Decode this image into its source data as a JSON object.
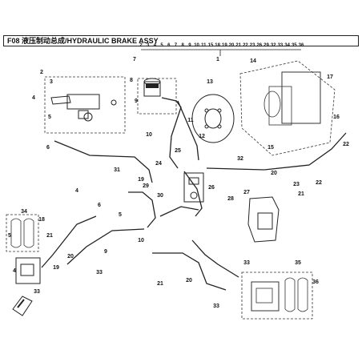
{
  "title": "F08 液压制动总成/HYDRAULIC BRAKE ASSY",
  "top_callouts": [
    "2",
    "3",
    "4",
    "5",
    "6",
    "7",
    "8",
    "9",
    "10",
    "11",
    "15",
    "18",
    "19",
    "20",
    "21",
    "22",
    "23",
    "26",
    "29",
    "32",
    "33",
    "34",
    "35",
    "36"
  ],
  "callouts": [
    {
      "id": "c1",
      "text": "1"
    },
    {
      "id": "c2",
      "text": "2"
    },
    {
      "id": "c3",
      "text": "3"
    },
    {
      "id": "c4",
      "text": "4"
    },
    {
      "id": "c5",
      "text": "5"
    },
    {
      "id": "c6",
      "text": "6"
    },
    {
      "id": "c7",
      "text": "7"
    },
    {
      "id": "c8",
      "text": "8"
    },
    {
      "id": "c9",
      "text": "9"
    },
    {
      "id": "c10",
      "text": "10"
    },
    {
      "id": "c11",
      "text": "11"
    },
    {
      "id": "c12",
      "text": "12"
    },
    {
      "id": "c13",
      "text": "13"
    },
    {
      "id": "c14",
      "text": "14"
    },
    {
      "id": "c15",
      "text": "15"
    },
    {
      "id": "c17",
      "text": "17"
    },
    {
      "id": "c16",
      "text": "16"
    },
    {
      "id": "c31",
      "text": "31"
    },
    {
      "id": "c22a",
      "text": "22"
    },
    {
      "id": "c23",
      "text": "23"
    },
    {
      "id": "c20a",
      "text": "20"
    },
    {
      "id": "c21a",
      "text": "21"
    },
    {
      "id": "c22b",
      "text": "22"
    },
    {
      "id": "c28",
      "text": "28"
    },
    {
      "id": "c30",
      "text": "30"
    },
    {
      "id": "c19",
      "text": "19"
    },
    {
      "id": "c18",
      "text": "18"
    },
    {
      "id": "c24",
      "text": "24"
    },
    {
      "id": "c25",
      "text": "25"
    },
    {
      "id": "c26",
      "text": "26"
    },
    {
      "id": "c27",
      "text": "27"
    },
    {
      "id": "c29",
      "text": "29"
    },
    {
      "id": "c32",
      "text": "32"
    },
    {
      "id": "c33a",
      "text": "33"
    },
    {
      "id": "c34",
      "text": "34"
    },
    {
      "id": "c35",
      "text": "35"
    },
    {
      "id": "c36",
      "text": "36"
    },
    {
      "id": "c33b",
      "text": "33"
    },
    {
      "id": "c21b",
      "text": "21"
    },
    {
      "id": "c20b",
      "text": "20"
    },
    {
      "id": "c10b",
      "text": "10"
    },
    {
      "id": "c4b",
      "text": "4"
    },
    {
      "id": "c5b",
      "text": "5"
    },
    {
      "id": "c6b",
      "text": "6"
    },
    {
      "id": "c9b",
      "text": "9"
    },
    {
      "id": "c33c",
      "text": "33"
    },
    {
      "id": "c21c",
      "text": "21"
    },
    {
      "id": "c20c",
      "text": "20"
    },
    {
      "id": "c19b",
      "text": "19"
    },
    {
      "id": "c4c",
      "text": "4"
    },
    {
      "id": "c5c",
      "text": "5"
    },
    {
      "id": "c33d",
      "text": "33"
    }
  ]
}
